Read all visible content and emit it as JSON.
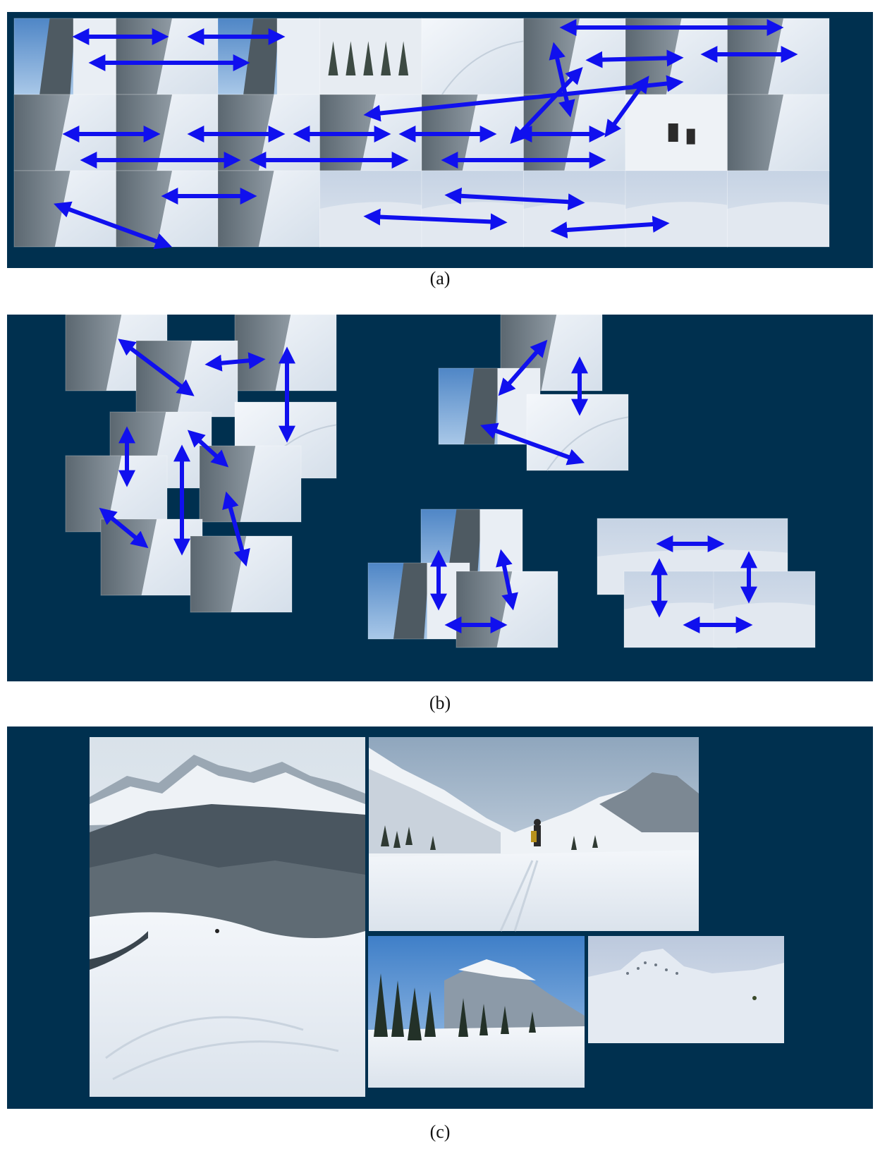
{
  "figure": {
    "captions": {
      "a": "(a)",
      "b": "(b)",
      "c": "(c)"
    },
    "colors": {
      "panel_background": "#00304f",
      "arrow": "#1010ee",
      "snow": "#e6ecf3",
      "sky": "#6a9ed6",
      "forest": "#3c4a55"
    },
    "panel_a": {
      "description_type": "grid of unordered photo thumbnails with double-headed match arrows",
      "rows": 3,
      "columns": 8
    },
    "panel_b": {
      "description_type": "thumbnails grouped into overlapping clusters with match arrows",
      "clusters": 4
    },
    "panel_c": {
      "description_type": "stitched panoramas",
      "panoramas": 4
    }
  }
}
